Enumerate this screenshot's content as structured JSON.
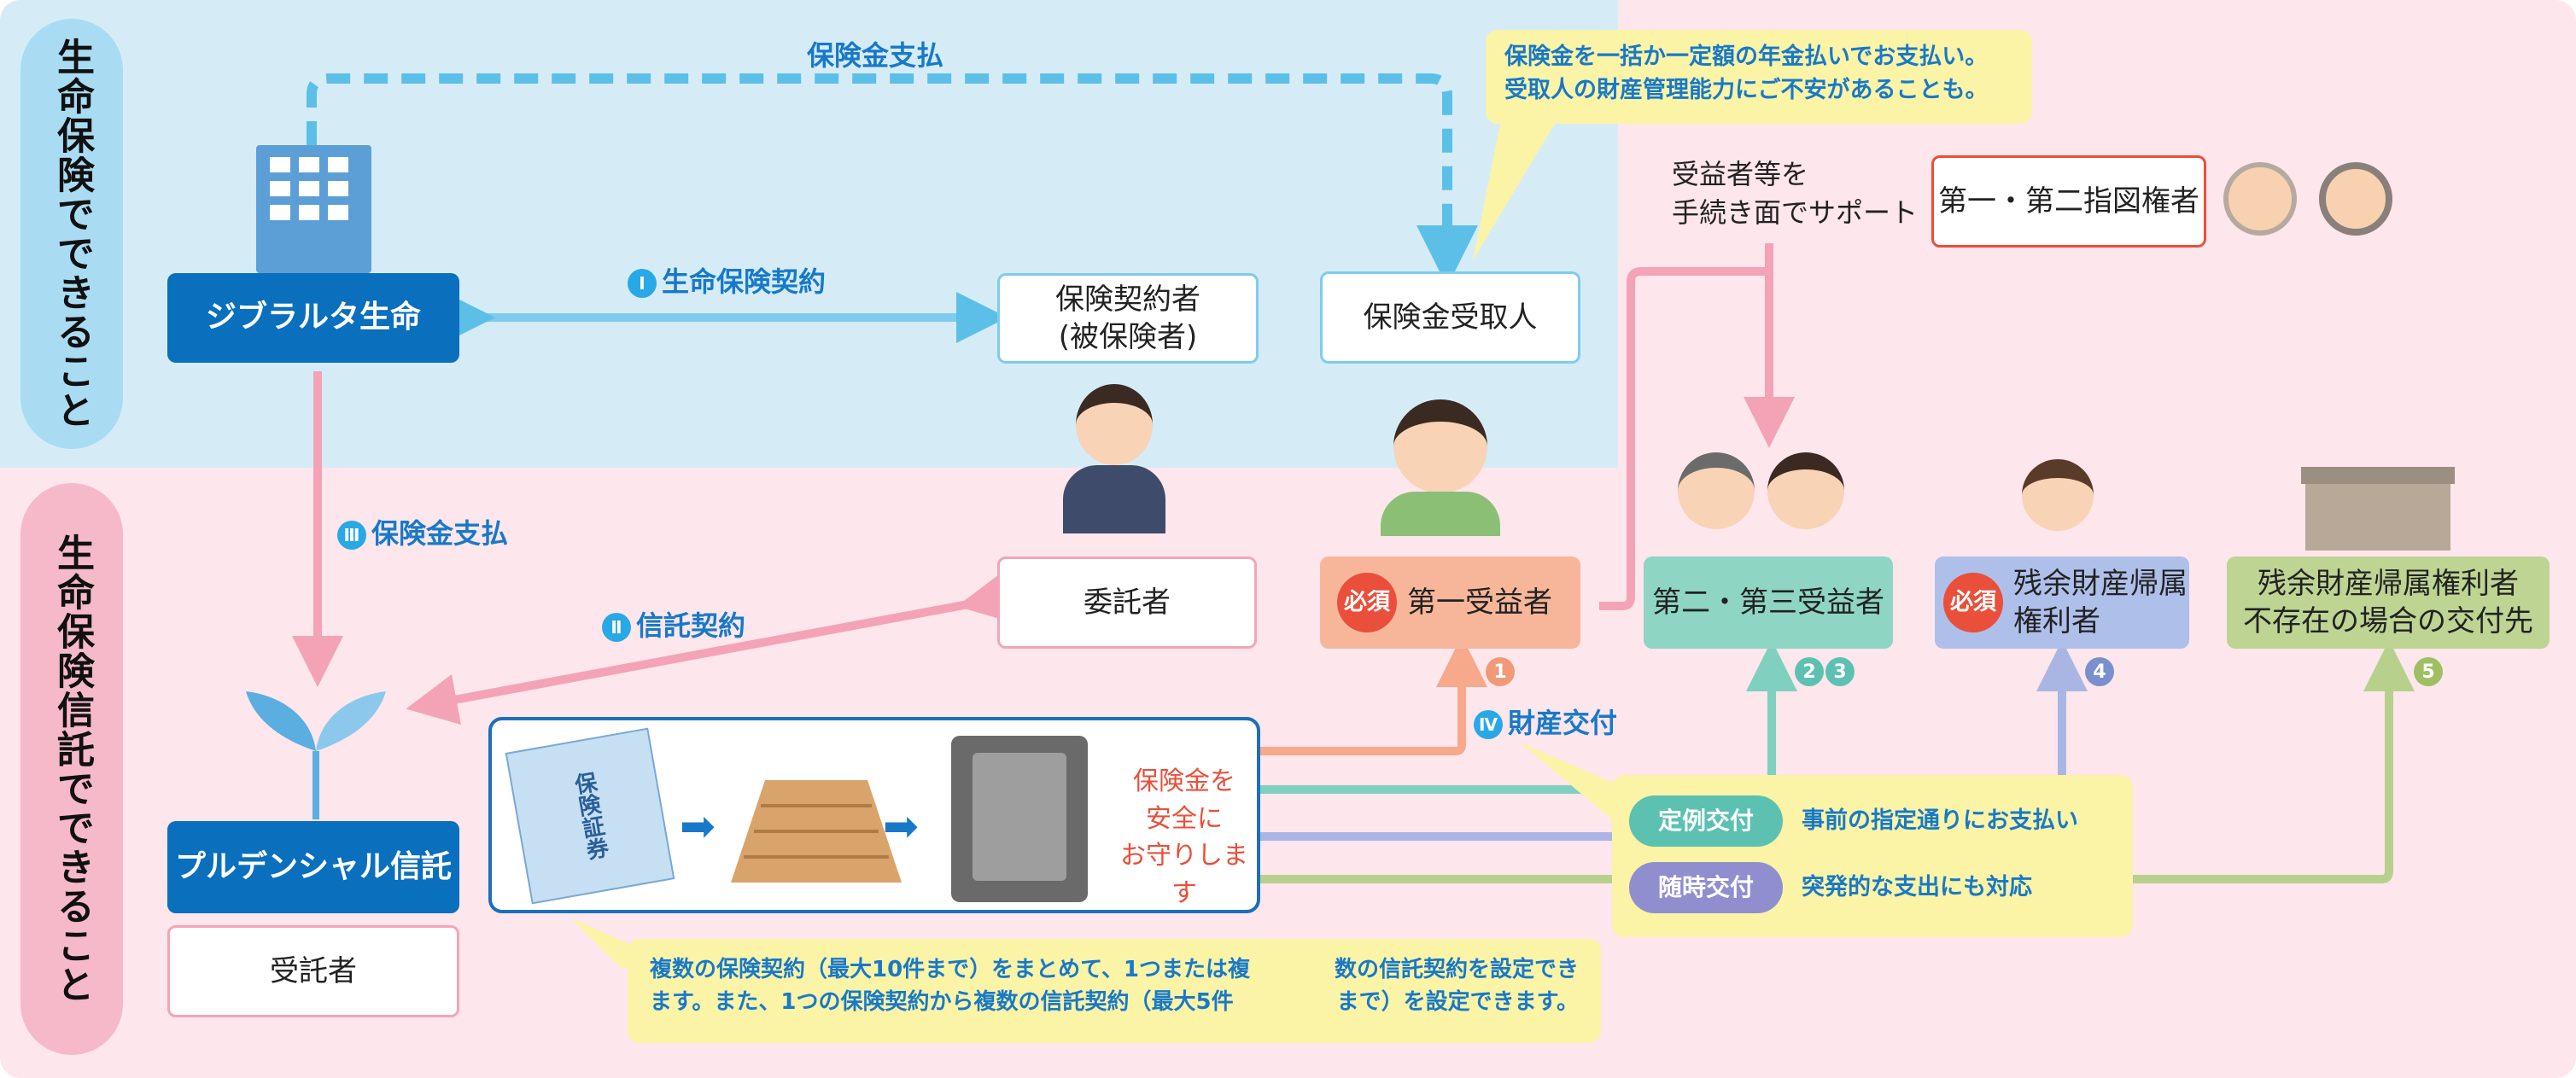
{
  "side_labels": {
    "top": "生命保険でできること",
    "bottom": "生命保険信託でできること"
  },
  "entities": {
    "gibraltar": "ジブラルタ生命",
    "contractor": [
      "保険契約者",
      "(被保険者)"
    ],
    "beneficiary_receiver": "保険金受取人",
    "consignor": "委託者",
    "prudential": "プルデンシャル信託",
    "trustee": "受託者",
    "first_beneficiary": "第一受益者",
    "second_third": "第二・第三受益者",
    "residual": [
      "残余財産帰属",
      "権利者"
    ],
    "residual_absent": [
      "残余財産帰属権利者",
      "不存在の場合の交付先"
    ],
    "designator": "第一・第二指図権者"
  },
  "required_badge": "必須",
  "flow_labels": {
    "top_payment": "保険金支払",
    "contract_num": "Ⅰ",
    "contract": "生命保険契約",
    "payment_num": "Ⅲ",
    "payment": "保険金支払",
    "trust_num": "Ⅱ",
    "trust": "信託契約",
    "delivery_num": "Ⅳ",
    "delivery": "財産交付"
  },
  "support_note": [
    "受益者等を",
    "手続き面でサポート"
  ],
  "callout_top": [
    "保険金を一括か一定額の年金払いでお支払い。",
    "受取人の財産管理能力にご不安があることも。"
  ],
  "safe_box": {
    "document": "保険証券",
    "text": [
      "保険金を",
      "安全に",
      "お守りします"
    ]
  },
  "delivery_types": [
    {
      "pill": "定例交付",
      "desc": "事前の指定通りにお支払い",
      "color": "#5cc1b0"
    },
    {
      "pill": "随時交付",
      "desc": "突発的な支出にも対応",
      "color": "#8f8fd0"
    }
  ],
  "markers": {
    "m1": "1",
    "m23": [
      "2",
      "3"
    ],
    "m4": "4",
    "m5": "5"
  },
  "callout_bottom": [
    "複数の保険契約（最大10件まで）をまとめて、1つまたは複",
    "数の信託契約を設定でき",
    "ます。また、1つの保険契約から複数の信託契約（最大5件",
    "まで）を設定できます。"
  ],
  "colors": {
    "salmon": "#f6a98b",
    "teal": "#7fd0be",
    "lavender": "#a9b6e3",
    "olive": "#b7d08c",
    "navy": "#0a6fbd",
    "pink_arrow": "#f4a3b6",
    "blue_arrow": "#7fcbef"
  }
}
